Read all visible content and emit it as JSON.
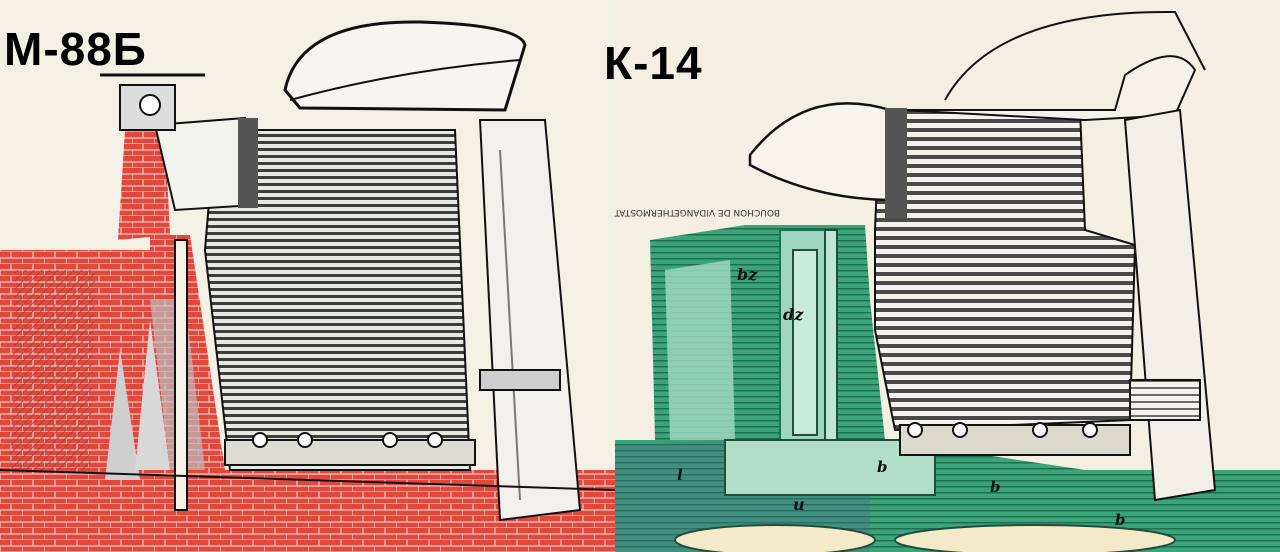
{
  "left": {
    "title": "М-88Б",
    "colors": {
      "red": "#e0483e",
      "gray": "#8c8c8c",
      "ink": "#111111",
      "paper": "#f3f1e6"
    }
  },
  "right": {
    "title": "К-14",
    "labels": {
      "top_left": "THERMOSTAT",
      "top_middle": "BOUCHON DE VIDANGE",
      "bz": "bz",
      "dz": "dz",
      "u": "u",
      "b1": "b",
      "b2": "b",
      "b3": "b",
      "l": "l"
    },
    "colors": {
      "green": "#2f9b6f",
      "green_light": "#9fd6bf",
      "gray": "#888888",
      "paper": "#f5efe3"
    }
  }
}
